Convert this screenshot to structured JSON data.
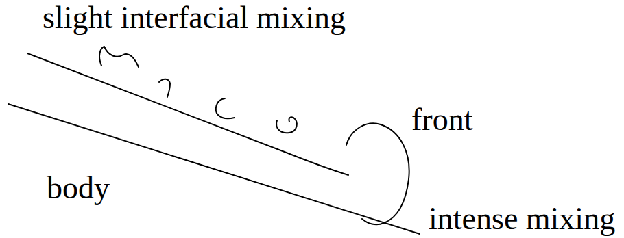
{
  "diagram": {
    "labels": [
      "slight interfacial mixing",
      "front",
      "body",
      "intense mixing"
    ]
  }
}
